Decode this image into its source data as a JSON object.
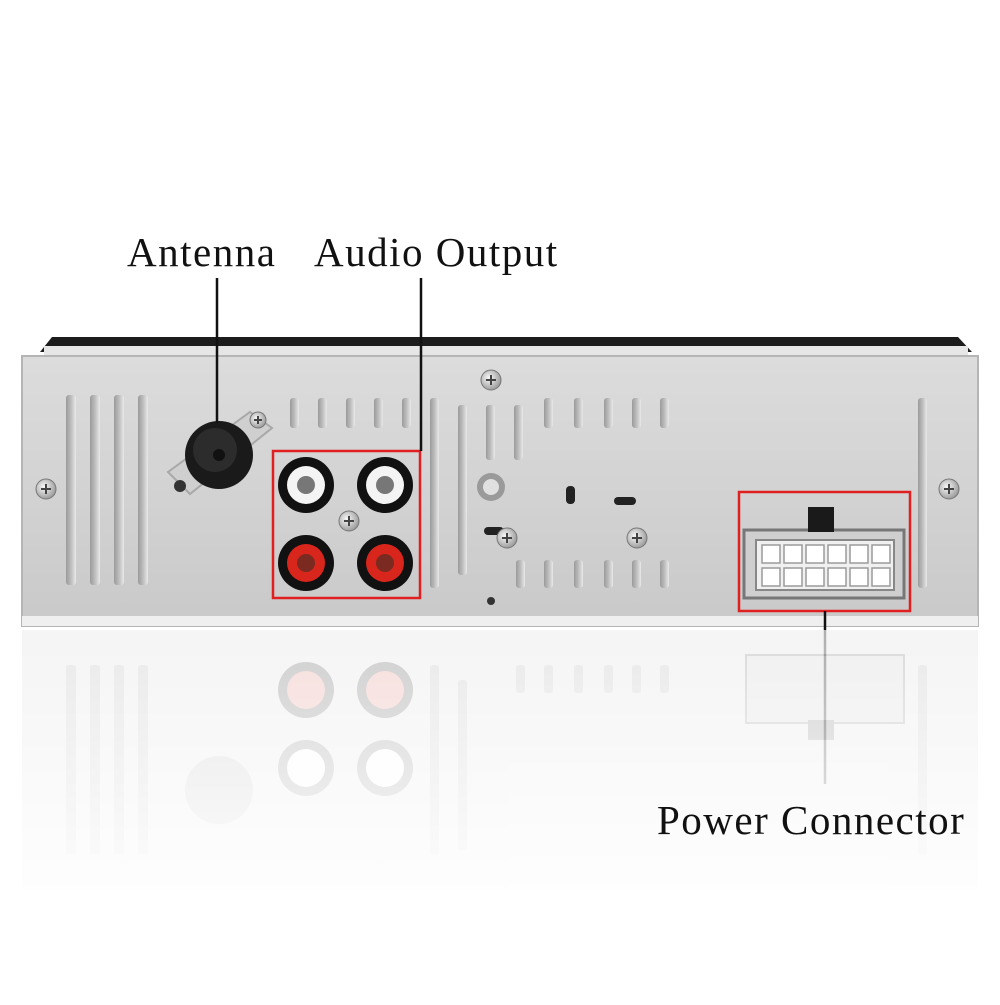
{
  "labels": {
    "antenna": "Antenna",
    "audio_output": "Audio Output",
    "power_connector": "Power Connector"
  },
  "colors": {
    "background": "#ffffff",
    "panel": "#d4d4d4",
    "highlight_box": "#e02020",
    "rca_white": "#ffffff",
    "rca_red": "#d8261c",
    "leader_line": "#111111"
  }
}
